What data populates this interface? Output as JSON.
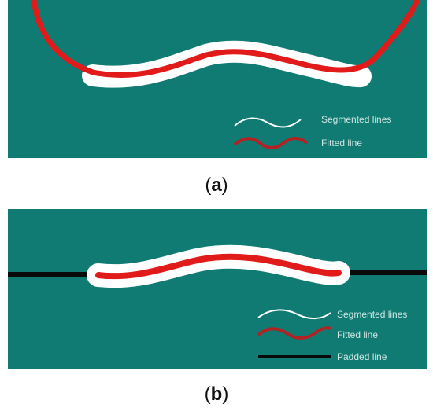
{
  "panels": [
    {
      "id": "a",
      "legend": {
        "segmented": "Segmented lines",
        "fitted": "Fitted line"
      }
    },
    {
      "id": "b",
      "legend": {
        "segmented": "Segmented lines",
        "fitted": "Fitted line",
        "padded": "Padded line"
      }
    }
  ],
  "colors": {
    "background": "#0f7b72",
    "segmented": "#ffffff",
    "fitted": "#e11a1a",
    "padded": "#0a0a0a",
    "legend_text": "#cfe6e3"
  },
  "captions": {
    "a": "a",
    "b": "b"
  }
}
